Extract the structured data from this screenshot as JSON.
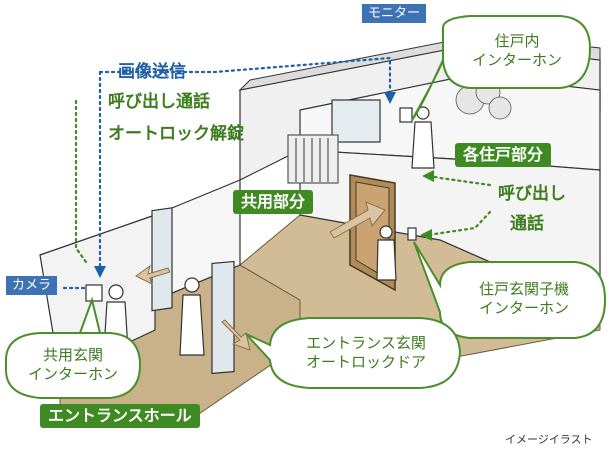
{
  "labels": {
    "monitor": "モニター",
    "camera": "カメラ",
    "signals": [
      "画像送信",
      "呼び出し通話",
      "オートロック解錠"
    ],
    "each_unit": "各住戸部分",
    "common": "共用部分",
    "call_talk": [
      "呼び出し",
      "通話"
    ],
    "entrance_hall": "エントランスホール",
    "note": "イメージイラスト"
  },
  "bubbles": {
    "unit_intercom": [
      "住戸内",
      "インターホン"
    ],
    "door_intercom": [
      "住戸玄関子機",
      "インターホン"
    ],
    "auto_lock_door": [
      "エントランス玄関",
      "オートロックドア"
    ],
    "common_intercom": [
      "共用玄関",
      "インターホン"
    ]
  },
  "colors": {
    "signal_blue": "#1f5fa7",
    "accent_green": "#3f8a22",
    "floor": "#c9b18a",
    "wall": "#f4f4f4",
    "bubble_fill": "#ffffff"
  }
}
